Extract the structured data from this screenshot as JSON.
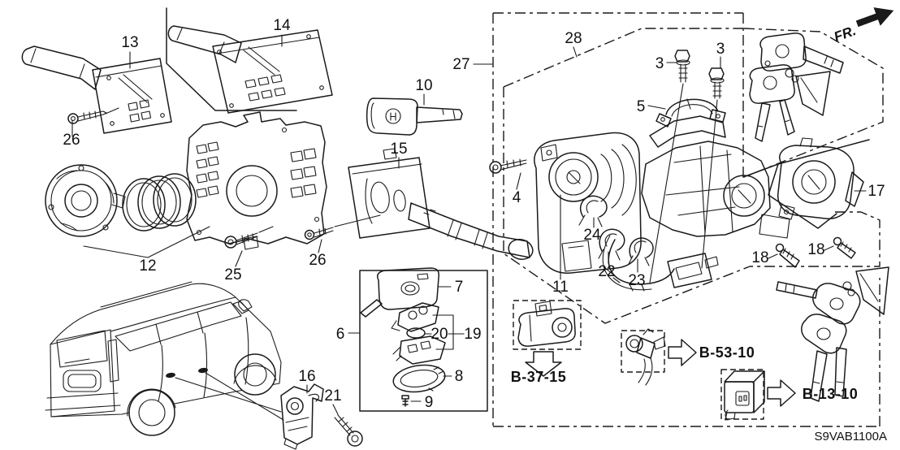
{
  "diagram": {
    "code": "S9VAB1100A",
    "fr_label": "FR.",
    "colors": {
      "line": "#1a1a1a",
      "background": "#ffffff"
    },
    "callouts": {
      "c13": "13",
      "c14": "14",
      "c26a": "26",
      "c12": "12",
      "c25": "25",
      "c26b": "26",
      "c15": "15",
      "c10": "10",
      "c27": "27",
      "c28": "28",
      "c3a": "3",
      "c3b": "3",
      "c5": "5",
      "c4": "4",
      "c24": "24",
      "c22": "22",
      "c23": "23",
      "c11": "11",
      "c17": "17",
      "c18a": "18",
      "c18b": "18",
      "c16": "16",
      "c21": "21",
      "c6": "6",
      "c7": "7",
      "c20": "20",
      "c19": "19",
      "c8": "8",
      "c9": "9"
    },
    "refs": {
      "b37": "B-37-15",
      "b53": "B-53-10",
      "b13": "B-13-10"
    }
  }
}
